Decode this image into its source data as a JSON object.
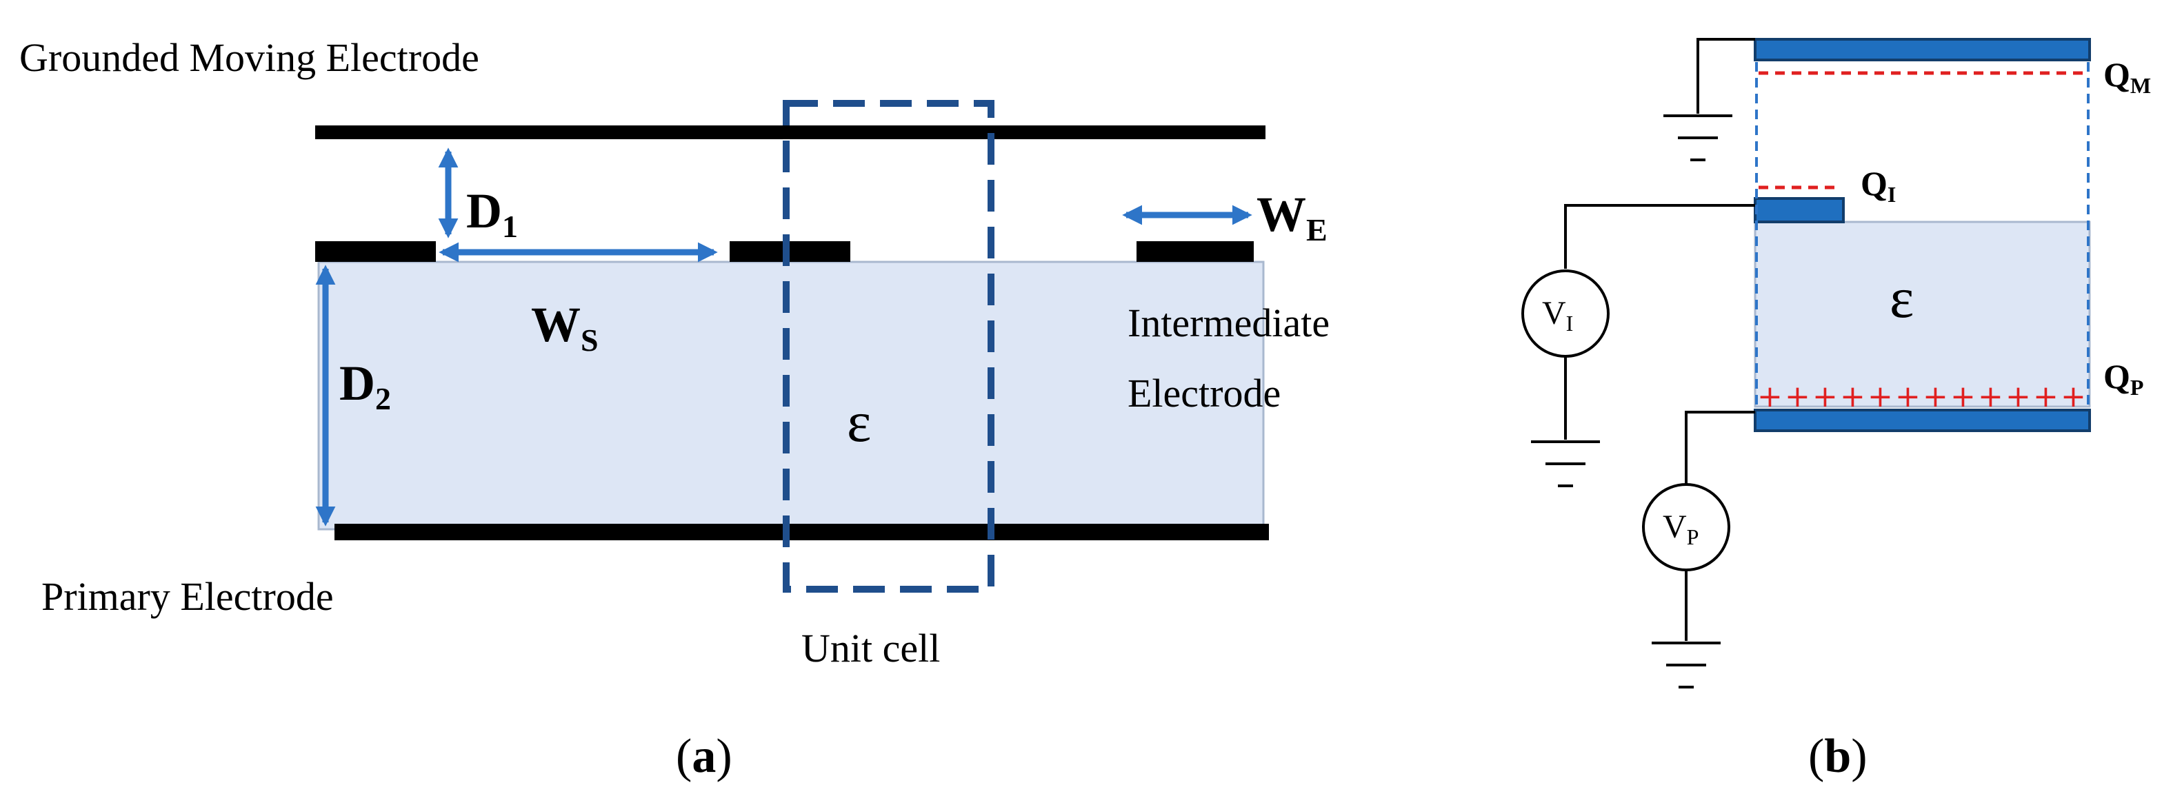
{
  "panel_a": {
    "label_top": "Grounded Moving Electrode",
    "label_bottom": "Primary Electrode",
    "label_intermediate_line1": "Intermediate",
    "label_intermediate_line2": "Electrode",
    "unit_cell_label": "Unit cell",
    "d1": {
      "main": "D",
      "sub": "1"
    },
    "d2": {
      "main": "D",
      "sub": "2"
    },
    "ws": {
      "main": "W",
      "sub": "S"
    },
    "we": {
      "main": "W",
      "sub": "E"
    },
    "epsilon": "ε",
    "caption": {
      "open": "(",
      "letter": "a",
      "close": ")"
    }
  },
  "panel_b": {
    "qm": {
      "main": "Q",
      "sub": "M"
    },
    "qi": {
      "main": "Q",
      "sub": "I"
    },
    "qp": {
      "main": "Q",
      "sub": "P"
    },
    "vi": {
      "main": "V",
      "sub": "I"
    },
    "vp": {
      "main": "V",
      "sub": "P"
    },
    "epsilon": "ε",
    "caption": {
      "open": "(",
      "letter": "b",
      "close": ")"
    }
  },
  "colors": {
    "electrode": "#000000",
    "dielectric": "#dde6f5",
    "dimension_arrow": "#2e75c8",
    "unit_cell_dash": "#1f4e8c",
    "electrode_blue": "#1f6fbf",
    "charge_red": "#e02020"
  }
}
